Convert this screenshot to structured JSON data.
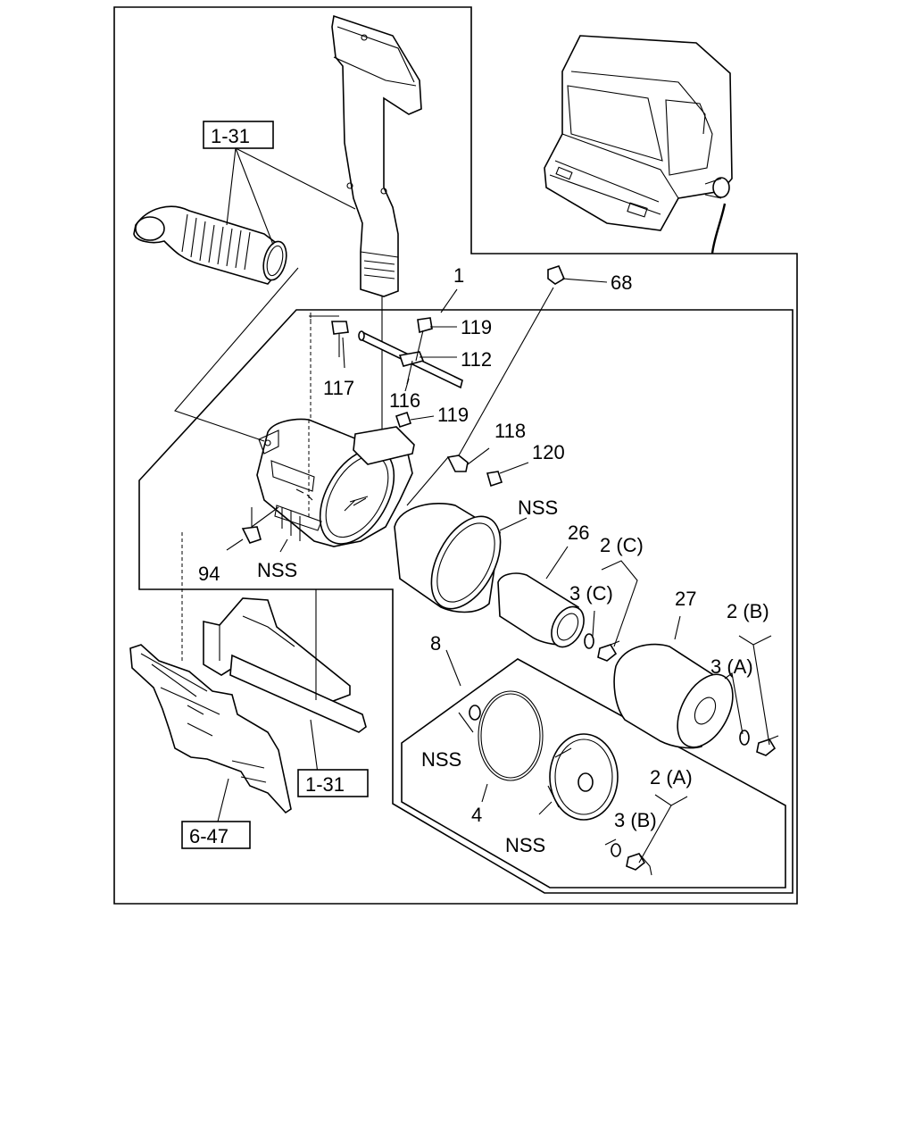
{
  "labels": {
    "ref_1_31_top": "1-31",
    "ref_1_31_bottom": "1-31",
    "ref_6_47": "6-47",
    "p1": "1",
    "p68": "68",
    "p119a": "119",
    "p112": "112",
    "p117": "117",
    "p116": "116",
    "p119b": "119",
    "p118": "118",
    "p120": "120",
    "nss_filter": "NSS",
    "p26": "26",
    "p2c": "2 (C)",
    "p94": "94",
    "nss_bracket": "NSS",
    "p3c": "3 (C)",
    "p27": "27",
    "p2b": "2 (B)",
    "p8": "8",
    "p3a": "3 (A)",
    "nss_washer": "NSS",
    "p2a": "2 (A)",
    "p4": "4",
    "p3b": "3 (B)",
    "nss_cover": "NSS"
  }
}
